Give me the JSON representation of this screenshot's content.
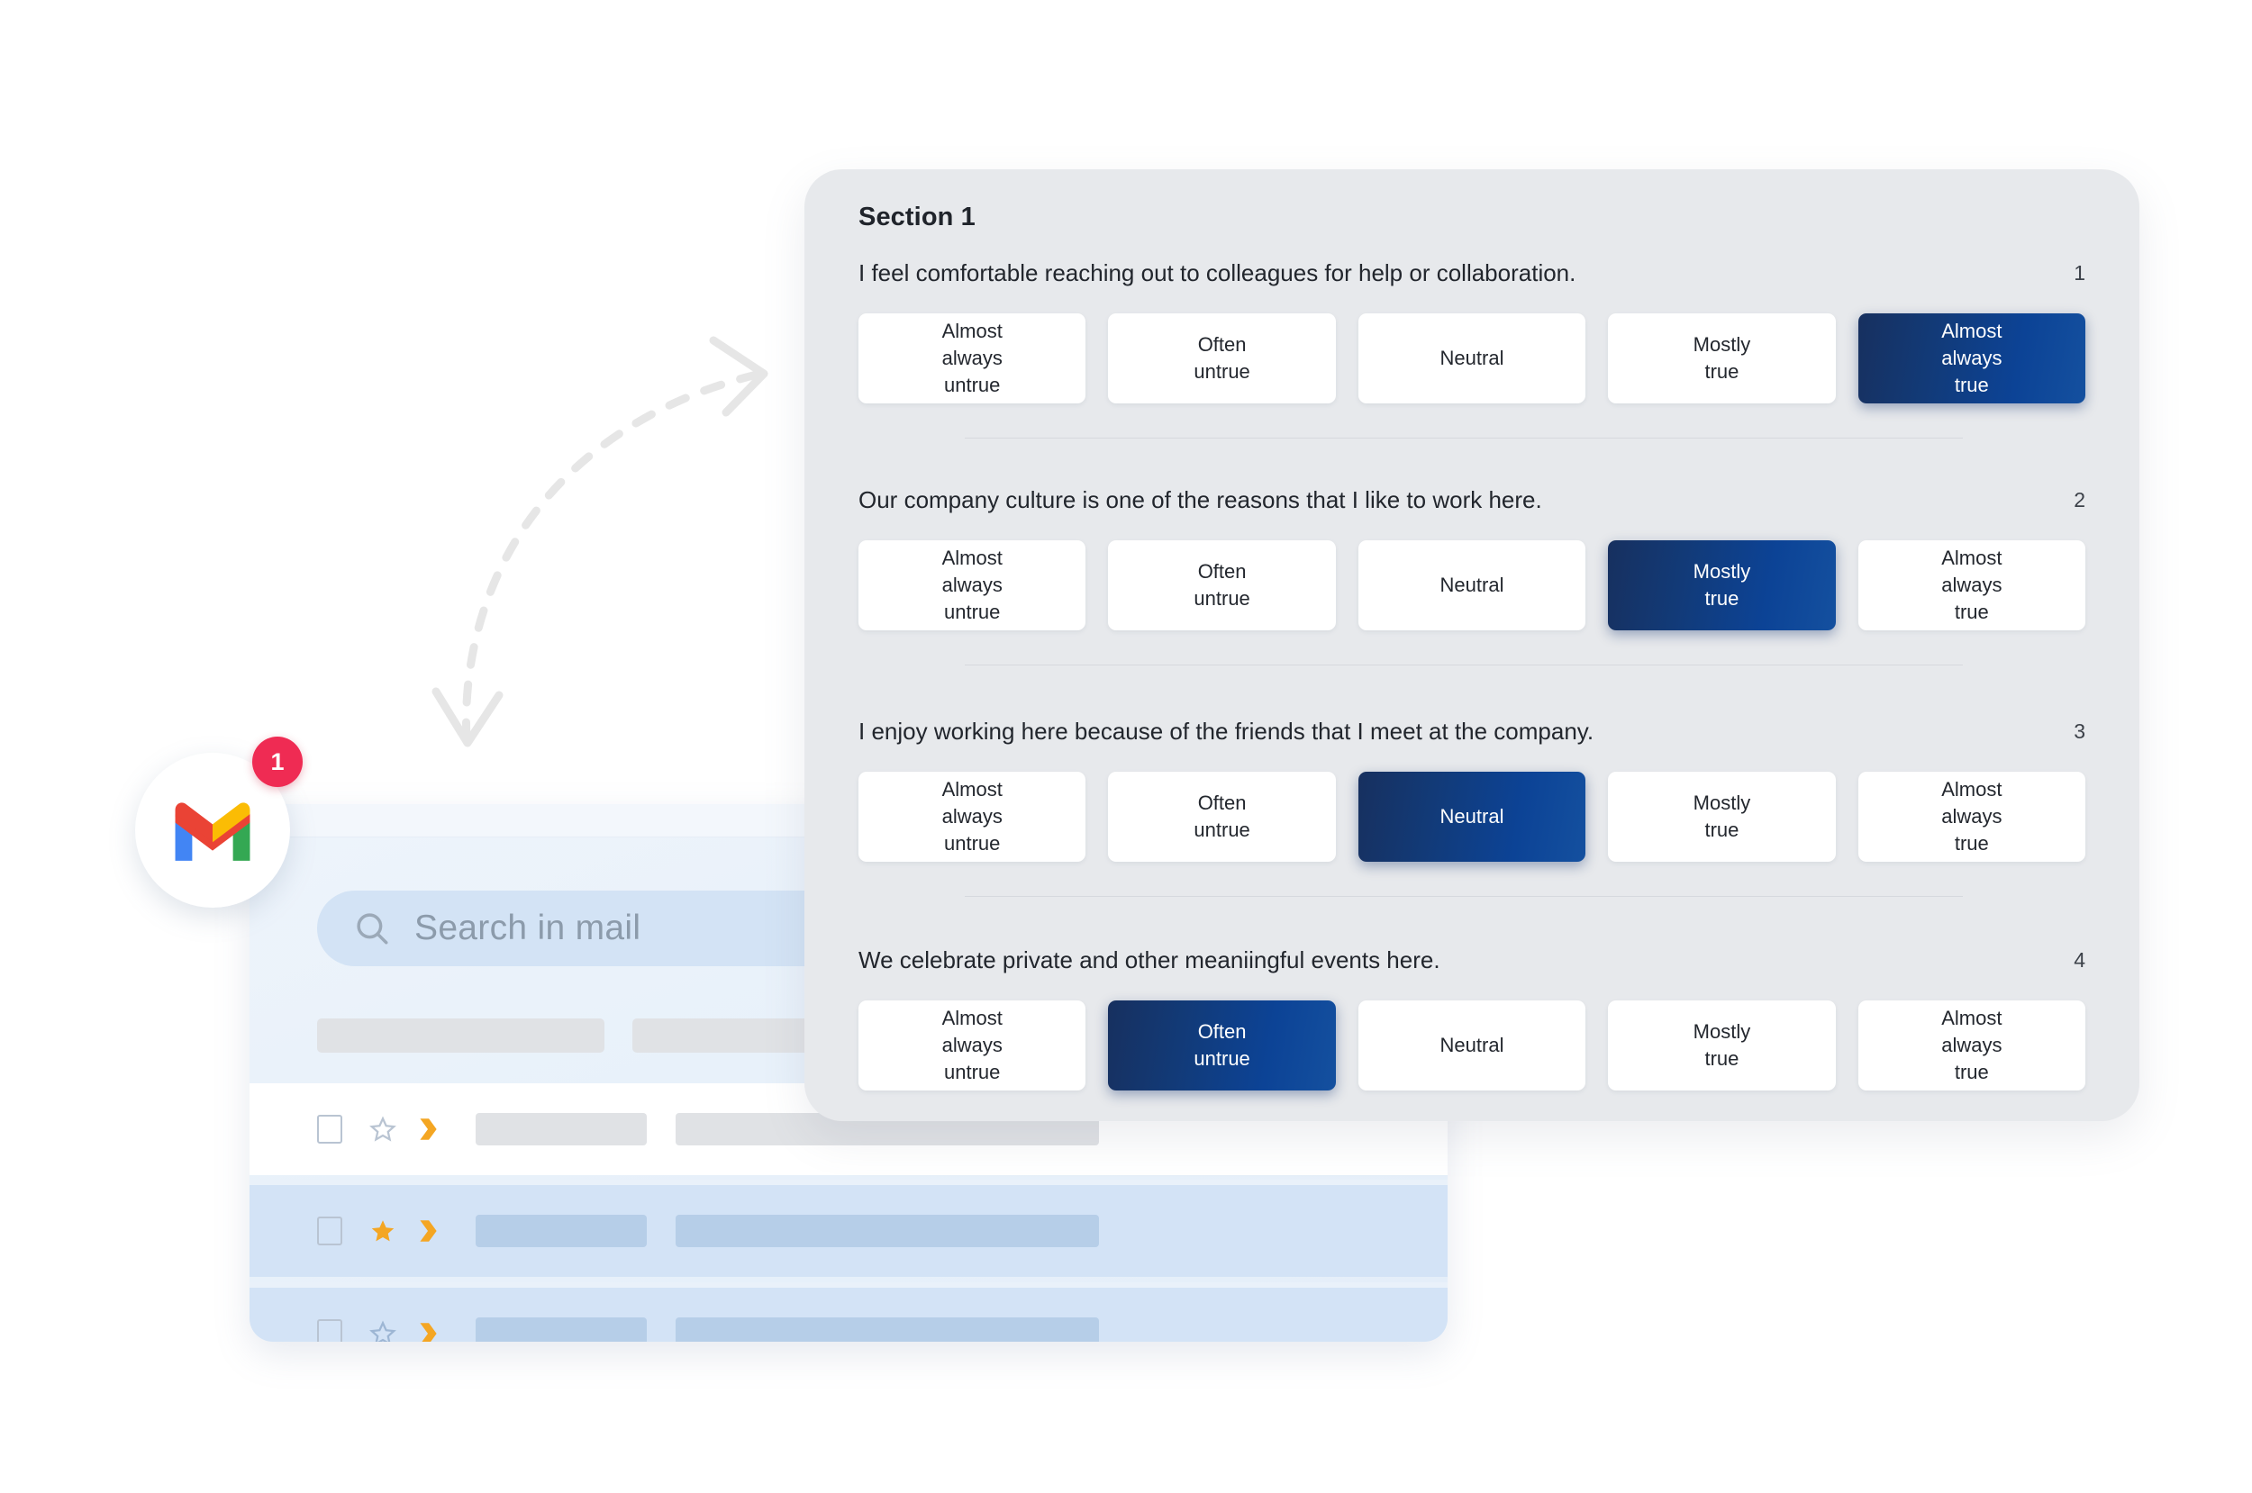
{
  "survey": {
    "section_title": "Section 1",
    "scale_labels": [
      "Almost\nalways\nuntrue",
      "Often\nuntrue",
      "Neutral",
      "Mostly\ntrue",
      "Almost\nalways\ntrue"
    ],
    "accent_selected": "#0c4396",
    "panel_bg": "#e7e9ec",
    "questions": [
      {
        "number": "1",
        "text": "I feel comfortable reaching out to colleagues for help or collaboration.",
        "options": [
          "Almost\nalways\nuntrue",
          "Often\nuntrue",
          "Neutral",
          "Mostly\ntrue",
          "Almost\nalways\ntrue"
        ],
        "selected_index": 4,
        "selected_label": "Almost always true"
      },
      {
        "number": "2",
        "text": "Our company culture is one of the reasons that I like to work here.",
        "options": [
          "Almost\nalways\nuntrue",
          "Often\nuntrue",
          "Neutral",
          "Mostly\ntrue",
          "Almost\nalways\ntrue"
        ],
        "selected_index": 3,
        "selected_label": "Mostly true"
      },
      {
        "number": "3",
        "text": "I enjoy working here because of the friends that I meet at the company.",
        "options": [
          "Almost\nalways\nuntrue",
          "Often\nuntrue",
          "Neutral",
          "Mostly\ntrue",
          "Almost\nalways\ntrue"
        ],
        "selected_index": 2,
        "selected_label": "Neutral"
      },
      {
        "number": "4",
        "text": "We celebrate private and other meaniingful events here.",
        "options": [
          "Almost\nalways\nuntrue",
          "Often\nuntrue",
          "Neutral",
          "Mostly\ntrue",
          "Almost\nalways\ntrue"
        ],
        "selected_index": 1,
        "selected_label": "Often untrue"
      }
    ]
  },
  "gmail": {
    "unread_badge": "1",
    "search_placeholder": "Search in mail",
    "logo_colors": {
      "red": "#ea4335",
      "blue": "#4285f4",
      "green": "#34a853",
      "yellow": "#fbbc04"
    },
    "badge_color": "#ef2b53",
    "rows": [
      {
        "starred": false,
        "important": true
      },
      {
        "starred": true,
        "important": true
      },
      {
        "starred": false,
        "important": true
      }
    ]
  }
}
